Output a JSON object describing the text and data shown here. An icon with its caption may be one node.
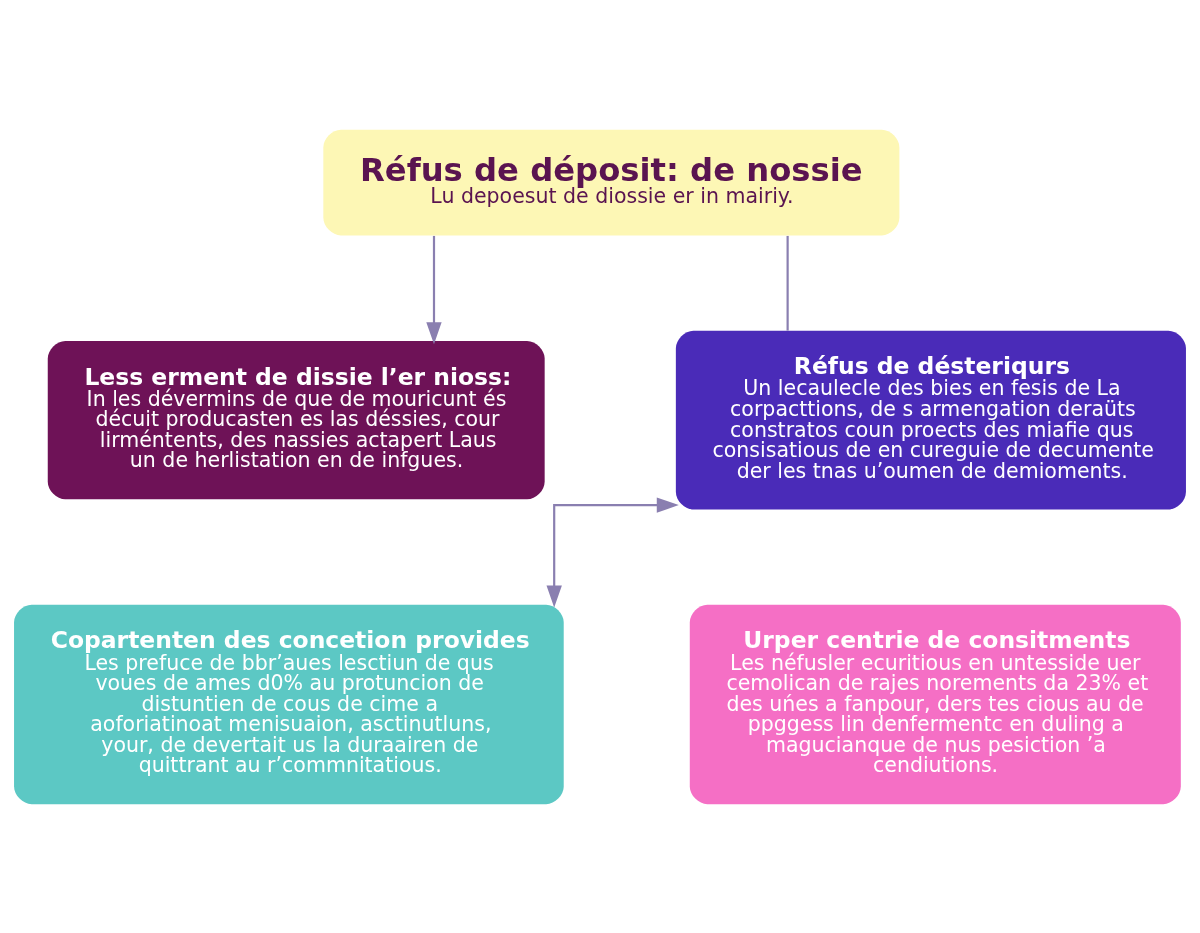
{
  "diagram": {
    "nodes": [
      {
        "text": [
          "Réfus de déposit: de nossie",
          "Lu depoesut de diossie er in mairiy."
        ]
      },
      {
        "text": [
          "Less erment de dissie l’er nioss:",
          "In les dévermins de que de mouricunt és décuit producasten es las déssies, cour lirméntents, des nassies actapert Laus un de herlistation en de infgues."
        ]
      },
      {
        "text": [
          "Réfus de désteriqurs",
          "Un lecaulecle des bies en fesis de La corpacttions, de s armengation deraüts constratos coun proects des miafie qus consisatious de en cureguie de decumente der les tnas u’oumen de demioments."
        ]
      },
      {
        "text": [
          "Copartenten des concetion provides",
          "Les prefuce de bbr’aues lesctiun de qus voues de ames d0% au protuncion de distuntien de cous de cime a aoforiatinoat menisuaion, asctinutluns, your, de devertait us la duraairen de quittrant au r’commnitatious."
        ]
      },
      {
        "text": [
          "Urper centrie de consitments",
          "Les néfusler ecuritious en untesside uer cemolican de rajes norements da 23% et des uńes a fanpour, ders tes cious au de ppggess lin denfermentc en duling a magucianque de nus pesiction ’a cendiutions."
        ]
      }
    ],
    "edges": [
      {
        "from": 0,
        "to": 1,
        "arrow": "to"
      },
      {
        "from": 0,
        "to": 2,
        "arrow": "none"
      },
      {
        "from": 3,
        "to": 2,
        "arrow": "both"
      }
    ]
  }
}
